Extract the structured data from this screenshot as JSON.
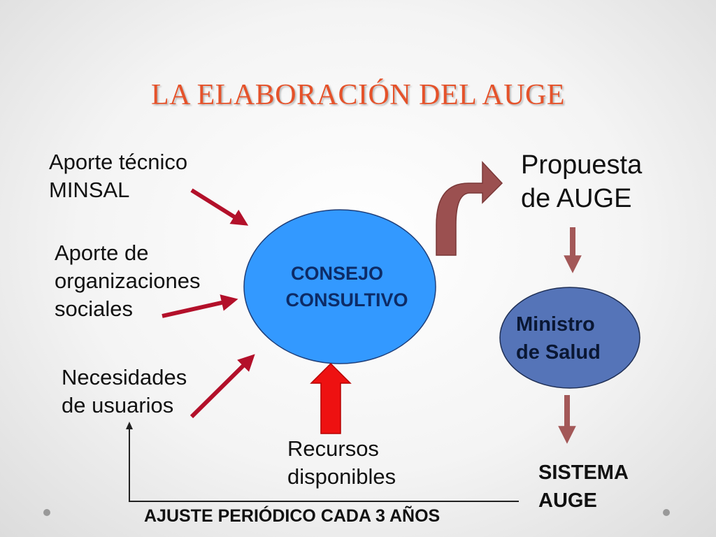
{
  "slide": {
    "title": "LA ELABORACIÓN DEL AUGE",
    "inputs": {
      "aporte_tecnico": [
        "Aporte técnico",
        "MINSAL"
      ],
      "aporte_organizaciones": [
        "Aporte de",
        "organizaciones",
        "sociales"
      ],
      "necesidades": [
        "Necesidades",
        "de usuarios"
      ],
      "recursos": [
        "Recursos",
        "disponibles"
      ]
    },
    "consejo": [
      "CONSEJO",
      "CONSULTIVO"
    ],
    "propuesta": [
      "Propuesta",
      "de AUGE"
    ],
    "ministro": [
      "Ministro",
      "de Salud"
    ],
    "sistema": [
      "SISTEMA",
      "AUGE"
    ],
    "feedback_label": "AJUSTE PERIÓDICO CADA 3 AÑOS"
  },
  "colors": {
    "title": "#e5522a",
    "input_arrow": "#b3102a",
    "recursos_arrow": "#ee1111",
    "curved_arrow": "#9b5050",
    "flow_arrow": "#a35858",
    "consejo_fill": "#3399ff",
    "consejo_text": "#0d2b66",
    "ministro_fill": "#5574b8",
    "ministro_text": "#0a1733"
  }
}
